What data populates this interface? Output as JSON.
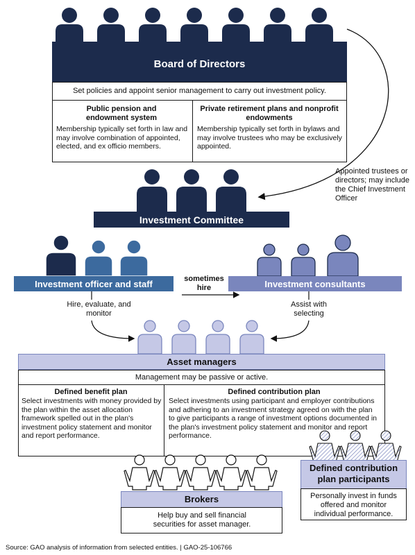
{
  "board": {
    "title": "Board of Directors",
    "policy": "Set policies and appoint senior management to carry out investment policy.",
    "public": {
      "heading": "Public pension and endowment system",
      "text": "Membership typically set forth in law and may involve combination of appointed, elected, and ex officio members."
    },
    "private": {
      "heading": "Private retirement plans and nonprofit endowments",
      "text": "Membership typically set forth in bylaws and may involve trustees who may be exclusively appointed."
    }
  },
  "appointed_note": "Appointed trustees or directors; may include the Chief Investment Officer",
  "committee": {
    "title": "Investment Committee"
  },
  "officer": {
    "title": "Investment officer and staff",
    "arrow_label": "Hire, evaluate, and monitor"
  },
  "sometimes_hire": "sometimes hire",
  "consultants": {
    "title": "Investment consultants",
    "arrow_label": "Assist with selecting"
  },
  "asset_managers": {
    "title": "Asset managers",
    "management": "Management may be passive or active.",
    "db": {
      "heading": "Defined benefit plan",
      "text": "Select investments with money provided by the plan within the asset allocation framework spelled out in the plan's investment policy statement and monitor and report performance."
    },
    "dc": {
      "heading": "Defined contribution plan",
      "text": "Select investments using participant and employer contributions and adhering to an investment strategy agreed on with the plan to give participants a range of investment options documented in the plan's investment policy statement and monitor and report performance."
    }
  },
  "brokers": {
    "title": "Brokers",
    "text": "Help buy and sell financial securities for asset manager."
  },
  "participants": {
    "title": "Defined contribution plan participants",
    "text": "Personally invest in funds offered and monitor individual performance."
  },
  "source": "Source: GAO analysis of information from selected entities.  |  GAO-25-106766",
  "colors": {
    "navy": "#1c2b4c",
    "officer_blue": "#3c6a9e",
    "consultant_purple": "#7a86bd",
    "light_periwinkle": "#c5c8e6",
    "person_light": "#a5b5de"
  }
}
